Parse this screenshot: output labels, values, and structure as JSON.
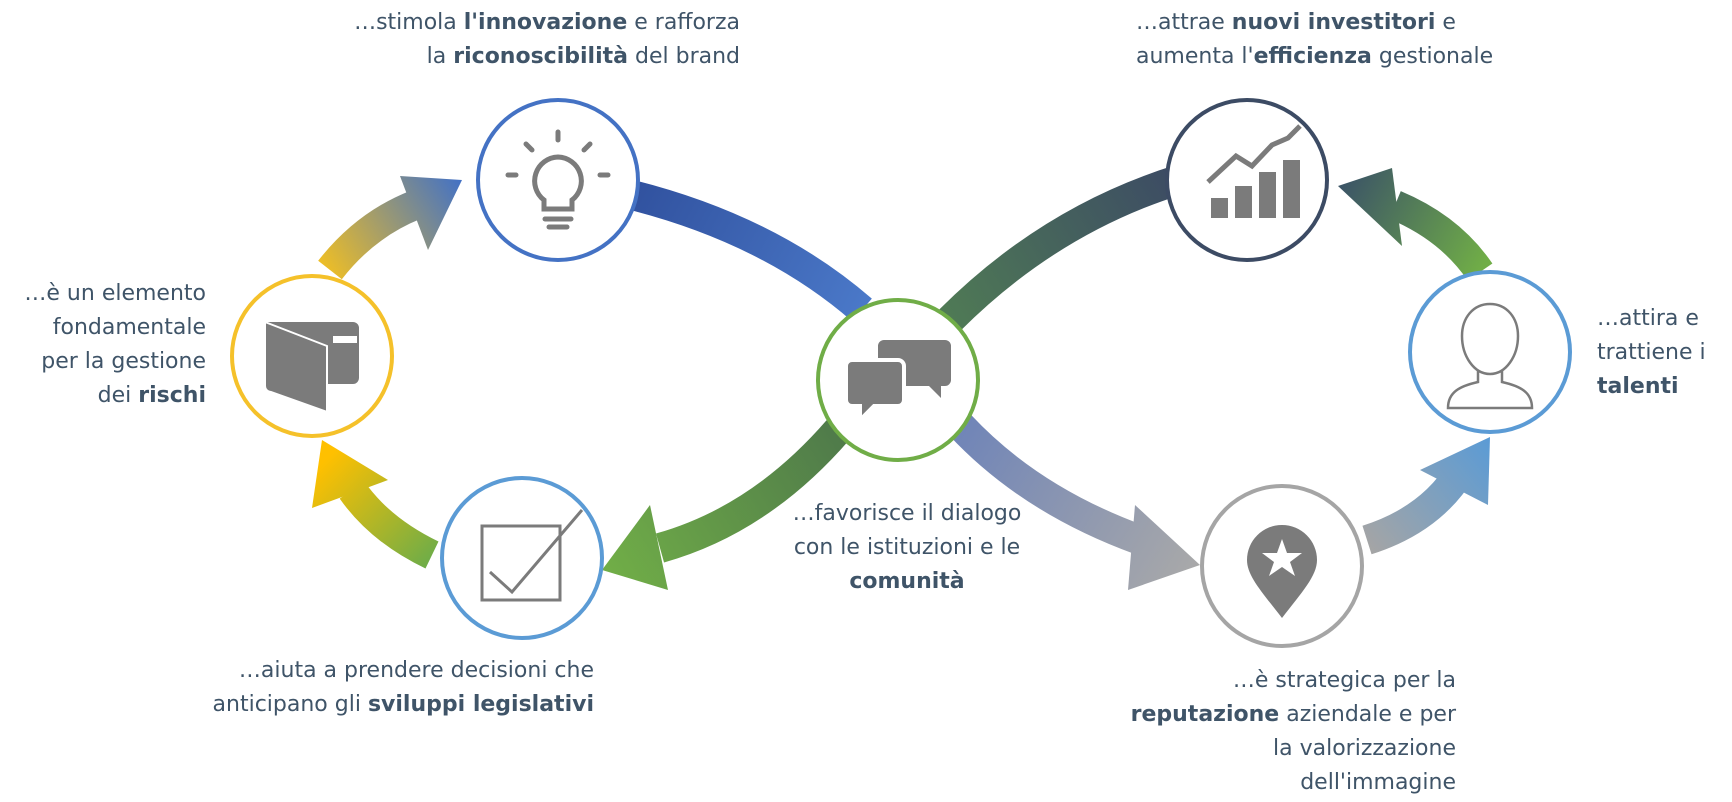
{
  "labels": {
    "innovation": {
      "line1": {
        "a": "…stimola ",
        "b": "l'innovazione",
        "c": " e rafforza"
      },
      "line2": {
        "a": "la ",
        "b": "riconoscibilità",
        "c": " del brand"
      }
    },
    "investors": {
      "line1": {
        "a": "…attrae ",
        "b": "nuovi investitori",
        "c": " e"
      },
      "line2": {
        "a": "aumenta l'",
        "b": "efficienza",
        "c": " gestionale"
      }
    },
    "risks": {
      "line1": "…è un elemento",
      "line2": "fondamentale",
      "line3": "per la gestione",
      "line4": {
        "a": "dei ",
        "b": "rischi"
      }
    },
    "talents": {
      "line1": "…attira e",
      "line2": "trattiene i",
      "line3": {
        "b": "talenti"
      }
    },
    "dialogue": {
      "line1": "…favorisce il dialogo",
      "line2": "con le istituzioni e le",
      "line3": {
        "b": "comunità"
      }
    },
    "decisions": {
      "line1": "…aiuta a prendere decisioni che",
      "line2": {
        "a": "anticipano gli ",
        "b": "sviluppi legislativi"
      }
    },
    "reputation": {
      "line1": "…è strategica per la",
      "line2": {
        "b": "reputazione",
        "c": " aziendale e per"
      },
      "line3": "la valorizzazione",
      "line4": "dell'immagine"
    }
  },
  "nodes": [
    {
      "id": "innovation",
      "icon": "lightbulb-icon",
      "ring_color": "#4472c4"
    },
    {
      "id": "investors",
      "icon": "growth-chart-icon",
      "ring_color": "#3c4b64"
    },
    {
      "id": "risks",
      "icon": "wallet-icon",
      "ring_color": "#f5c12a"
    },
    {
      "id": "talents",
      "icon": "person-icon",
      "ring_color": "#5b9bd5"
    },
    {
      "id": "dialogue",
      "icon": "chat-bubbles-icon",
      "ring_color": "#70ad47"
    },
    {
      "id": "decisions",
      "icon": "checkbox-icon",
      "ring_color": "#5b9bd5"
    },
    {
      "id": "reputation",
      "icon": "star-pin-icon",
      "ring_color": "#a5a5a5"
    }
  ],
  "colors": {
    "icon_gray": "#7b7b7b",
    "text": "#3f5468",
    "blue": "#4472c4",
    "navy": "#3c4b64",
    "green": "#70ad47",
    "yellow": "#f5c12a",
    "light_blue": "#5b9bd5",
    "gray": "#a5a5a5"
  }
}
